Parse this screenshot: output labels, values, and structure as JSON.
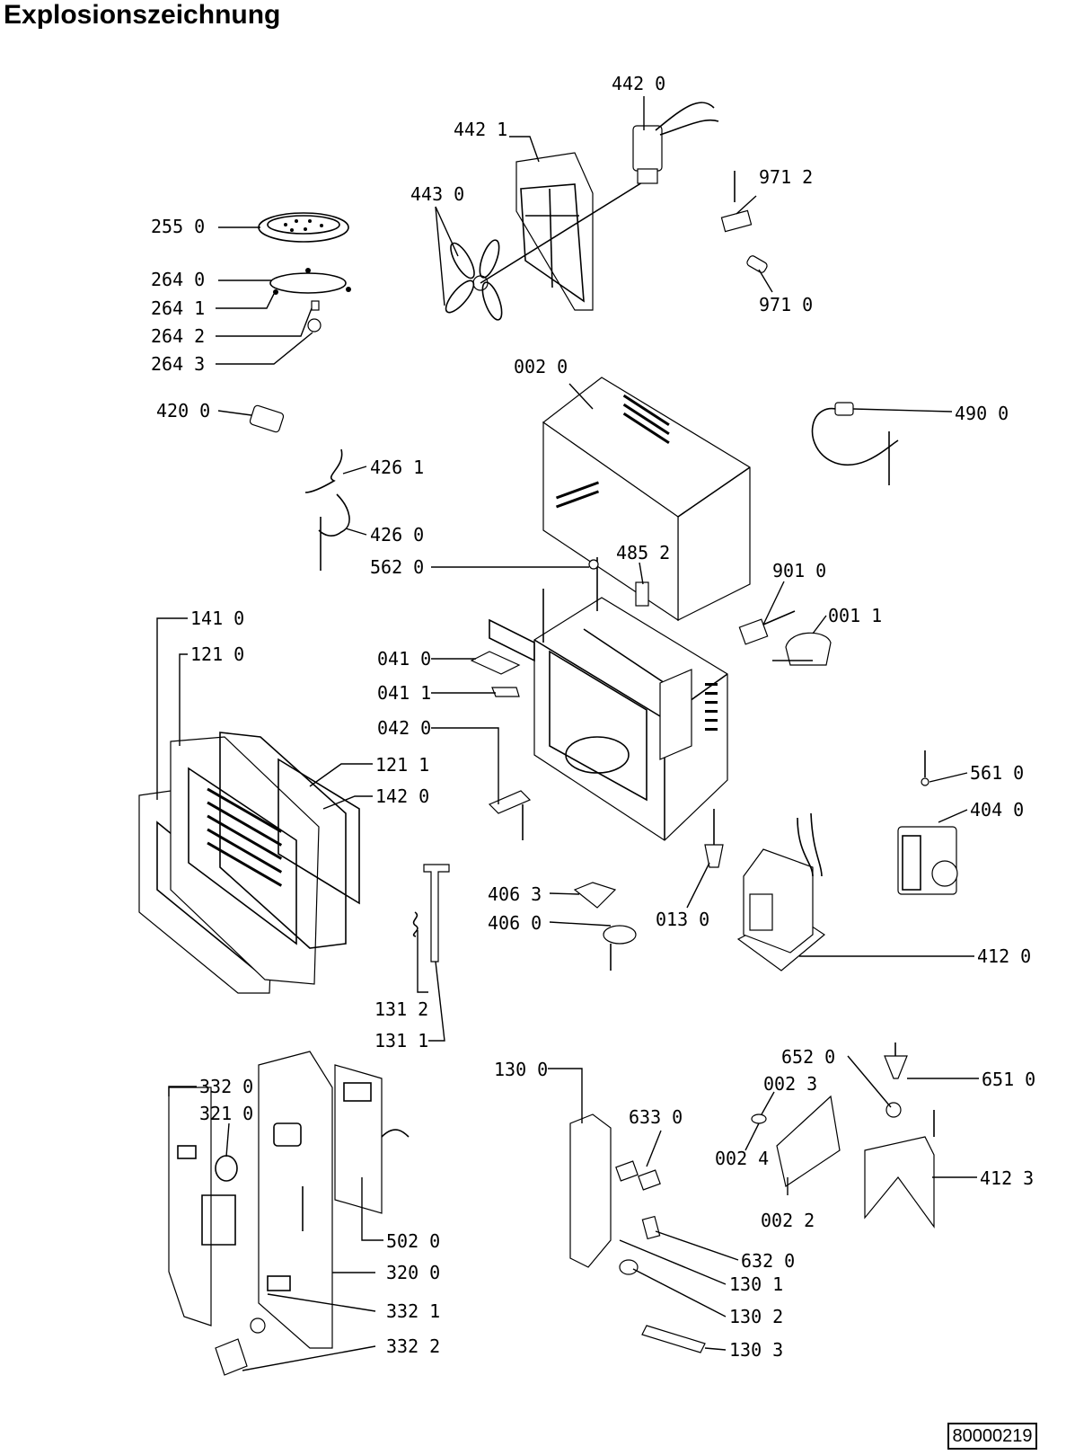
{
  "title": "Explosionszeichnung",
  "document_number": "80000219",
  "part_labels": {
    "p4420": "442 0",
    "p4421": "442 1",
    "p4430": "443 0",
    "p9712": "971 2",
    "p9710": "971 0",
    "p2550": "255 0",
    "p2640": "264 0",
    "p2641": "264 1",
    "p2642": "264 2",
    "p2643": "264 3",
    "p4200": "420 0",
    "p0020": "002 0",
    "p4900": "490 0",
    "p4261": "426 1",
    "p4260": "426 0",
    "p4852": "485 2",
    "p5620": "562 0",
    "p9010": "901 0",
    "p0011": "001 1",
    "p1410": "141 0",
    "p1210": "121 0",
    "p0410": "041 0",
    "p0411": "041 1",
    "p0420": "042 0",
    "p1211": "121 1",
    "p1420": "142 0",
    "p5610": "561 0",
    "p4040": "404 0",
    "p4063": "406 3",
    "p4060": "406 0",
    "p0130": "013 0",
    "p4120": "412 0",
    "p1312": "131 2",
    "p1311": "131 1",
    "p1300": "130 0",
    "p6520": "652 0",
    "p6510": "651 0",
    "p0023": "002 3",
    "p3320": "332 0",
    "p3210": "321 0",
    "p6330": "633 0",
    "p0024": "002 4",
    "p4123": "412 3",
    "p0022": "002 2",
    "p5020": "502 0",
    "p6320": "632 0",
    "p3200": "320 0",
    "p1301": "130 1",
    "p3321": "332 1",
    "p1302": "130 2",
    "p3322": "332 2",
    "p1303": "130 3"
  }
}
